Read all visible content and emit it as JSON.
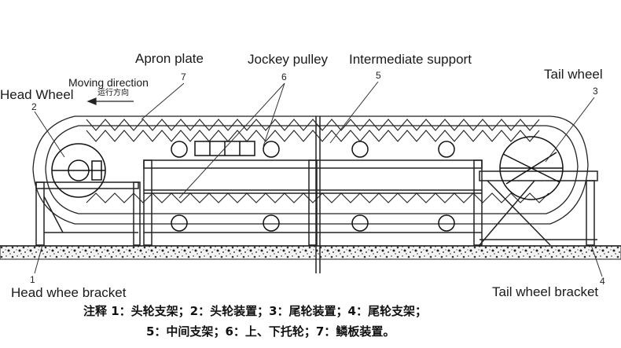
{
  "labels": {
    "apron_plate": "Apron plate",
    "jockey_pulley": "Jockey pulley",
    "intermediate_support": "Intermediate support",
    "tail_wheel": "Tail wheel",
    "moving_direction": "Moving direction",
    "head_wheel": "Head Wheel",
    "direction_cn": "运行方向",
    "head_wheel_bracket": "Head whee bracket",
    "tail_wheel_bracket": "Tail wheel bracket"
  },
  "numbers": {
    "n1": "1",
    "n2": "2",
    "n3": "3",
    "n4": "4",
    "n5": "5",
    "n6": "6",
    "n7": "7"
  },
  "notes": {
    "line1": "注释 1：头轮支架；2：头轮装置；3：尾轮装置；4：尾轮支架；",
    "line2": "5：中间支架；6：上、下托轮；7：鳞板装置。"
  }
}
